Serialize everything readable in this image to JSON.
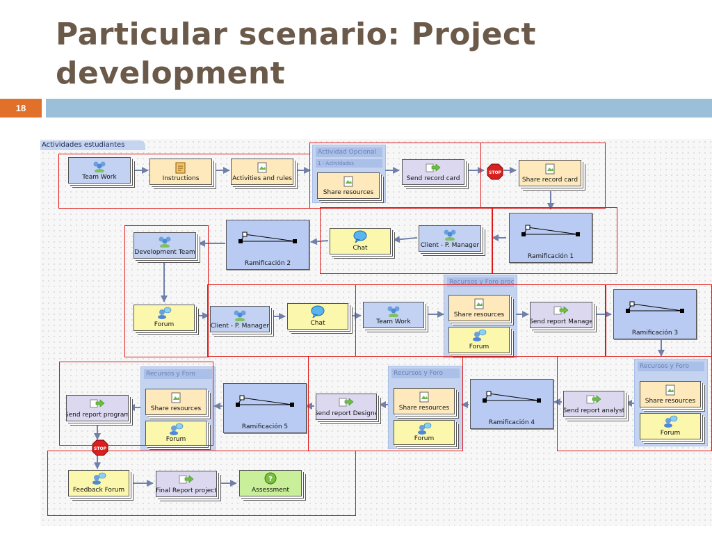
{
  "slide": {
    "title": "Particular scenario: Project development",
    "page_number": "18"
  },
  "diagram": {
    "canvas_label": "Actividades estudiantes",
    "groups": [
      {
        "id": "g1",
        "title": "Actividad Opcional",
        "subtitle": "1 - Actividades"
      },
      {
        "id": "g2",
        "title": "Recursos y Foro proc"
      },
      {
        "id": "g3",
        "title": "Recursos y Foro"
      },
      {
        "id": "g4",
        "title": "Recursos y Foro"
      },
      {
        "id": "g5",
        "title": "Recursos y Foro"
      }
    ],
    "nodes": {
      "team_work_1": "Team Work",
      "instructions": "Instructions",
      "activities_rules": "Activities and rules",
      "share_resources_1": "Share resources",
      "send_record_card": "Send record card",
      "share_record_card": "Share record card",
      "ramificacion_1": "Ramificación 1",
      "client_pm_1": "Client - P. Manager",
      "chat_1": "Chat",
      "ramificacion_2": "Ramificación 2",
      "development_team": "Development Team",
      "forum_1": "Forum",
      "client_pm_2": "Client - P. Manager",
      "chat_2": "Chat",
      "team_work_2": "Team Work",
      "share_resources_2": "Share resources",
      "forum_2": "Forum",
      "send_report_manage": "Send report Manage",
      "ramificacion_3": "Ramificación 3",
      "share_resources_3": "Share resources",
      "forum_3": "Forum",
      "send_report_analyst": "Send report analyst",
      "ramificacion_4": "Ramificación 4",
      "share_resources_4": "Share resources",
      "forum_4": "Forum",
      "send_report_designer": "Send report Designe",
      "ramificacion_5": "Ramificación 5",
      "share_resources_5": "Share resources",
      "forum_5": "Forum",
      "send_report_program": "Send report program",
      "feedback_forum": "Feedback Forum",
      "final_report_project": "Final Report project",
      "assessment": "Assessment"
    },
    "stop_sign_text": "STOP",
    "icons": {
      "people": "people-icon",
      "document": "document-icon",
      "resource": "resource-icon",
      "send": "send-arrow-icon",
      "chat": "chat-bubble-icon",
      "forum": "forum-icon",
      "assessment": "assessment-icon",
      "stop": "stop-sign-icon",
      "branch": "branch-icon"
    },
    "colors": {
      "accent_red": "#e01515",
      "title_brown": "#6b5a4a",
      "badge_orange": "#e0702a",
      "bar_blue": "#9cbfd9",
      "arrow": "#7080a8"
    }
  }
}
